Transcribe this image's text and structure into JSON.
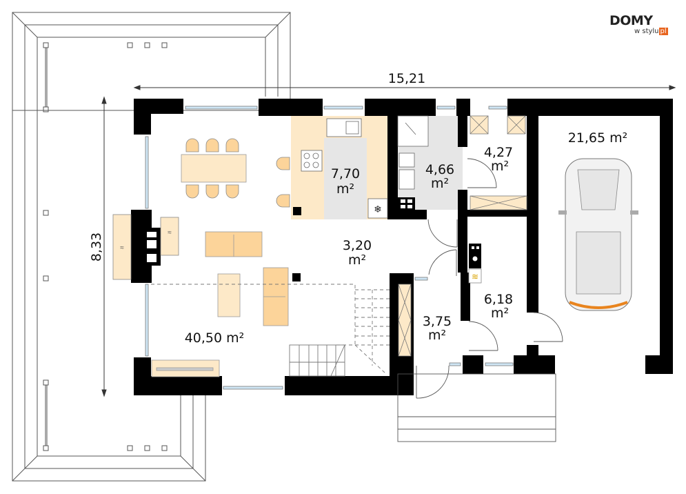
{
  "brand": {
    "name": "DOMY",
    "sub": "w stylu",
    "sub_suffix": "pl",
    "accent": "#e8641e"
  },
  "dimensions": {
    "width": "15,21",
    "depth": "8,33"
  },
  "rooms": [
    {
      "id": "living",
      "area": "40,50 m²"
    },
    {
      "id": "kitchen",
      "area": "7,70",
      "unit": "m²"
    },
    {
      "id": "bathroom",
      "area": "4,66",
      "unit": "m²"
    },
    {
      "id": "pantry",
      "area": "4,27",
      "unit": "m²"
    },
    {
      "id": "garage",
      "area": "21,65 m²"
    },
    {
      "id": "hall",
      "area": "3,20",
      "unit": "m²"
    },
    {
      "id": "vestibule",
      "area": "3,75",
      "unit": "m²"
    },
    {
      "id": "boiler",
      "area": "6,18",
      "unit": "m²"
    }
  ],
  "colors": {
    "wall": "#000000",
    "furniture": "#fde9c8",
    "chair": "#fcd49a",
    "wet_floor": "#e6e6e6",
    "window": "#cfe6f5",
    "line": "#555555"
  }
}
